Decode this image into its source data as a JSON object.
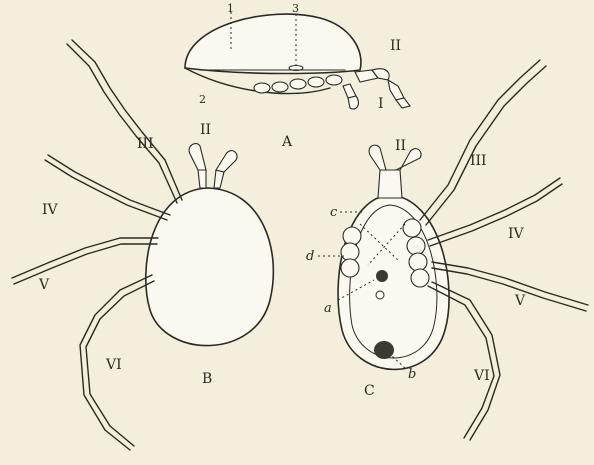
{
  "figure": {
    "panel_labels": {
      "a": "A",
      "b": "B",
      "c": "C"
    },
    "callouts": {
      "one": "1",
      "two": "2",
      "three": "3"
    },
    "leg_labels": {
      "ii": "II",
      "iii": "III",
      "iv": "IV",
      "v": "V",
      "vi": "VI",
      "i": "I"
    },
    "part_labels": {
      "a": "a",
      "b": "b",
      "c": "c",
      "d": "d"
    }
  }
}
